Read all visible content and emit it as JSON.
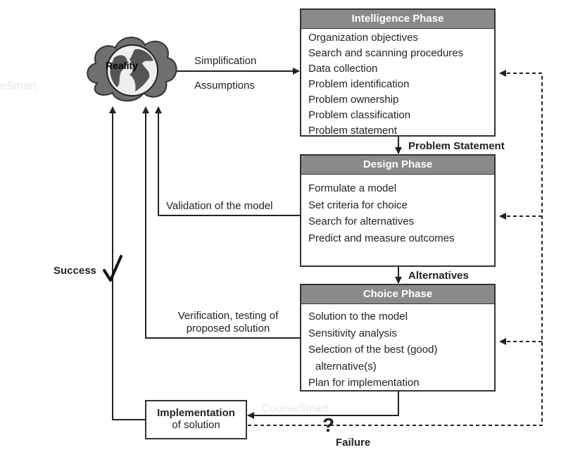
{
  "reality": {
    "label": "Reality"
  },
  "edges": {
    "simplification": "Simplification",
    "assumptions": "Assumptions",
    "problem_statement": "Problem Statement",
    "alternatives": "Alternatives",
    "validation": "Validation of the model",
    "verification_line1": "Verification, testing of",
    "verification_line2": "proposed solution",
    "success": "Success",
    "failure": "Failure",
    "question_mark": "?"
  },
  "phases": {
    "intelligence": {
      "title": "Intelligence Phase",
      "items": [
        "Organization objectives",
        "Search and scanning procedures",
        "Data collection",
        "Problem identification",
        "Problem ownership",
        "Problem classification",
        "Problem statement"
      ]
    },
    "design": {
      "title": "Design Phase",
      "items": [
        "Formulate a model",
        "Set criteria for choice",
        "Search for alternatives",
        "Predict and measure outcomes"
      ]
    },
    "choice": {
      "title": "Choice Phase",
      "items": [
        "Solution to the model",
        "Sensitivity analysis",
        "Selection of the best (good)",
        "alternative(s)",
        "Plan for implementation"
      ]
    }
  },
  "implementation": {
    "line1": "Implementation",
    "line2": "of solution"
  },
  "watermarks": {
    "left": "eSmart",
    "bottom": "CourseSmart"
  }
}
